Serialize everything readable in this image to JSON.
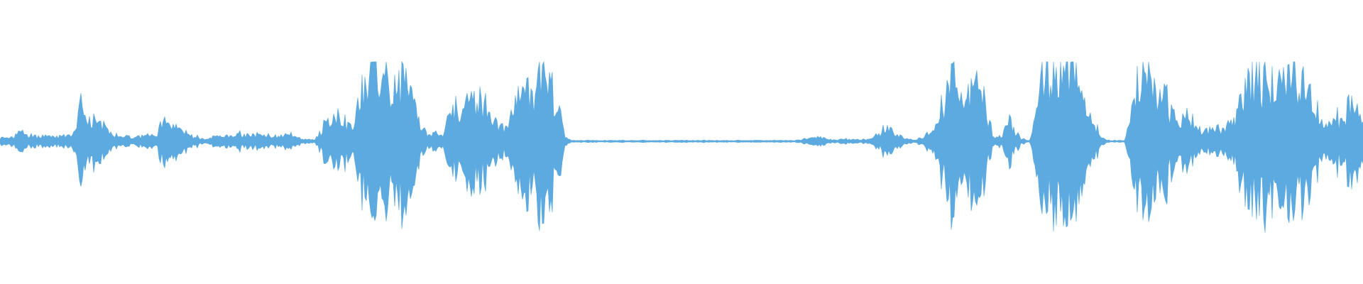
{
  "waveform": {
    "color": "#5DAAE0",
    "background": "#FFFFFF",
    "segments": [
      [
        0.0,
        0.04
      ],
      [
        0.01,
        0.05
      ],
      [
        0.015,
        0.14
      ],
      [
        0.02,
        0.06
      ],
      [
        0.03,
        0.06
      ],
      [
        0.04,
        0.05
      ],
      [
        0.05,
        0.07
      ],
      [
        0.055,
        0.12
      ],
      [
        0.06,
        0.45
      ],
      [
        0.065,
        0.22
      ],
      [
        0.07,
        0.28
      ],
      [
        0.075,
        0.2
      ],
      [
        0.08,
        0.1
      ],
      [
        0.09,
        0.06
      ],
      [
        0.1,
        0.05
      ],
      [
        0.11,
        0.07
      ],
      [
        0.115,
        0.1
      ],
      [
        0.12,
        0.24
      ],
      [
        0.125,
        0.18
      ],
      [
        0.13,
        0.2
      ],
      [
        0.135,
        0.12
      ],
      [
        0.14,
        0.06
      ],
      [
        0.15,
        0.03
      ],
      [
        0.16,
        0.06
      ],
      [
        0.17,
        0.08
      ],
      [
        0.18,
        0.07
      ],
      [
        0.19,
        0.08
      ],
      [
        0.2,
        0.06
      ],
      [
        0.21,
        0.07
      ],
      [
        0.22,
        0.04
      ],
      [
        0.225,
        0.02
      ],
      [
        0.23,
        0.02
      ],
      [
        0.235,
        0.1
      ],
      [
        0.24,
        0.3
      ],
      [
        0.245,
        0.24
      ],
      [
        0.25,
        0.35
      ],
      [
        0.255,
        0.18
      ],
      [
        0.26,
        0.25
      ],
      [
        0.265,
        0.65
      ],
      [
        0.27,
        0.8
      ],
      [
        0.275,
        0.85
      ],
      [
        0.28,
        0.6
      ],
      [
        0.285,
        0.7
      ],
      [
        0.29,
        0.75
      ],
      [
        0.295,
        0.7
      ],
      [
        0.3,
        0.62
      ],
      [
        0.305,
        0.45
      ],
      [
        0.31,
        0.12
      ],
      [
        0.315,
        0.08
      ],
      [
        0.32,
        0.1
      ],
      [
        0.325,
        0.05
      ],
      [
        0.33,
        0.35
      ],
      [
        0.335,
        0.45
      ],
      [
        0.34,
        0.4
      ],
      [
        0.345,
        0.5
      ],
      [
        0.35,
        0.55
      ],
      [
        0.355,
        0.45
      ],
      [
        0.36,
        0.3
      ],
      [
        0.365,
        0.2
      ],
      [
        0.37,
        0.15
      ],
      [
        0.375,
        0.3
      ],
      [
        0.38,
        0.5
      ],
      [
        0.385,
        0.6
      ],
      [
        0.39,
        0.55
      ],
      [
        0.395,
        0.65
      ],
      [
        0.4,
        0.75
      ],
      [
        0.405,
        0.6
      ],
      [
        0.41,
        0.35
      ],
      [
        0.415,
        0.05
      ],
      [
        0.42,
        0.01
      ],
      [
        0.43,
        0.01
      ],
      [
        0.44,
        0.01
      ],
      [
        0.45,
        0.01
      ],
      [
        0.46,
        0.01
      ],
      [
        0.47,
        0.01
      ],
      [
        0.48,
        0.01
      ],
      [
        0.49,
        0.01
      ],
      [
        0.5,
        0.01
      ],
      [
        0.51,
        0.01
      ],
      [
        0.52,
        0.01
      ],
      [
        0.53,
        0.01
      ],
      [
        0.54,
        0.01
      ],
      [
        0.55,
        0.01
      ],
      [
        0.56,
        0.01
      ],
      [
        0.57,
        0.01
      ],
      [
        0.58,
        0.01
      ],
      [
        0.59,
        0.02
      ],
      [
        0.6,
        0.05
      ],
      [
        0.61,
        0.02
      ],
      [
        0.62,
        0.02
      ],
      [
        0.63,
        0.02
      ],
      [
        0.64,
        0.03
      ],
      [
        0.645,
        0.1
      ],
      [
        0.65,
        0.18
      ],
      [
        0.655,
        0.12
      ],
      [
        0.66,
        0.06
      ],
      [
        0.665,
        0.03
      ],
      [
        0.67,
        0.02
      ],
      [
        0.675,
        0.04
      ],
      [
        0.68,
        0.08
      ],
      [
        0.685,
        0.15
      ],
      [
        0.69,
        0.4
      ],
      [
        0.695,
        0.55
      ],
      [
        0.7,
        0.8
      ],
      [
        0.705,
        0.6
      ],
      [
        0.71,
        0.55
      ],
      [
        0.715,
        0.65
      ],
      [
        0.72,
        0.55
      ],
      [
        0.725,
        0.25
      ],
      [
        0.73,
        0.05
      ],
      [
        0.735,
        0.06
      ],
      [
        0.74,
        0.25
      ],
      [
        0.745,
        0.12
      ],
      [
        0.75,
        0.03
      ],
      [
        0.755,
        0.01
      ],
      [
        0.76,
        0.3
      ],
      [
        0.765,
        0.75
      ],
      [
        0.77,
        0.85
      ],
      [
        0.775,
        0.9
      ],
      [
        0.78,
        0.88
      ],
      [
        0.785,
        0.8
      ],
      [
        0.79,
        0.75
      ],
      [
        0.795,
        0.6
      ],
      [
        0.8,
        0.35
      ],
      [
        0.805,
        0.15
      ],
      [
        0.81,
        0.03
      ],
      [
        0.815,
        0.01
      ],
      [
        0.82,
        0.01
      ],
      [
        0.825,
        0.01
      ],
      [
        0.83,
        0.35
      ],
      [
        0.835,
        0.7
      ],
      [
        0.84,
        0.8
      ],
      [
        0.845,
        0.7
      ],
      [
        0.85,
        0.65
      ],
      [
        0.855,
        0.55
      ],
      [
        0.86,
        0.3
      ],
      [
        0.865,
        0.2
      ],
      [
        0.87,
        0.35
      ],
      [
        0.875,
        0.25
      ],
      [
        0.88,
        0.15
      ],
      [
        0.885,
        0.12
      ],
      [
        0.89,
        0.15
      ],
      [
        0.895,
        0.15
      ],
      [
        0.9,
        0.18
      ],
      [
        0.905,
        0.25
      ],
      [
        0.91,
        0.45
      ],
      [
        0.915,
        0.65
      ],
      [
        0.92,
        0.75
      ],
      [
        0.925,
        0.7
      ],
      [
        0.93,
        0.72
      ],
      [
        0.935,
        0.65
      ],
      [
        0.94,
        0.7
      ],
      [
        0.945,
        0.8
      ],
      [
        0.95,
        0.75
      ],
      [
        0.955,
        0.68
      ],
      [
        0.96,
        0.55
      ],
      [
        0.965,
        0.4
      ],
      [
        0.97,
        0.25
      ],
      [
        0.975,
        0.18
      ],
      [
        0.98,
        0.25
      ],
      [
        0.985,
        0.2
      ],
      [
        0.99,
        0.45
      ],
      [
        0.995,
        0.35
      ],
      [
        1.0,
        0.25
      ]
    ]
  }
}
